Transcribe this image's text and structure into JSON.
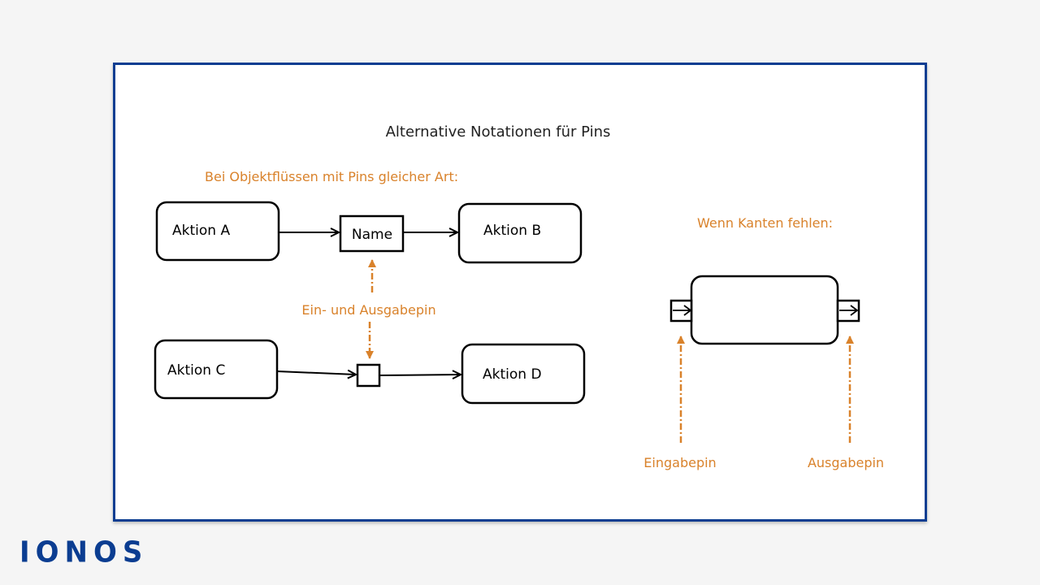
{
  "title": "Alternative Notationen für Pins",
  "section_left": "Bei Objektflüssen mit Pins gleicher Art:",
  "section_right": "Wenn Kanten fehlen:",
  "actions": {
    "a": "Aktion A",
    "b": "Aktion B",
    "c": "Aktion C",
    "d": "Aktion D"
  },
  "object_node": "Name",
  "pin_label": "Ein- und Ausgabepin",
  "input_pin_label": "Eingabepin",
  "output_pin_label": "Ausgabepin",
  "logo": "IONOS",
  "colors": {
    "accent": "#d9822b",
    "frame": "#0b3d91",
    "stroke": "#000000"
  }
}
